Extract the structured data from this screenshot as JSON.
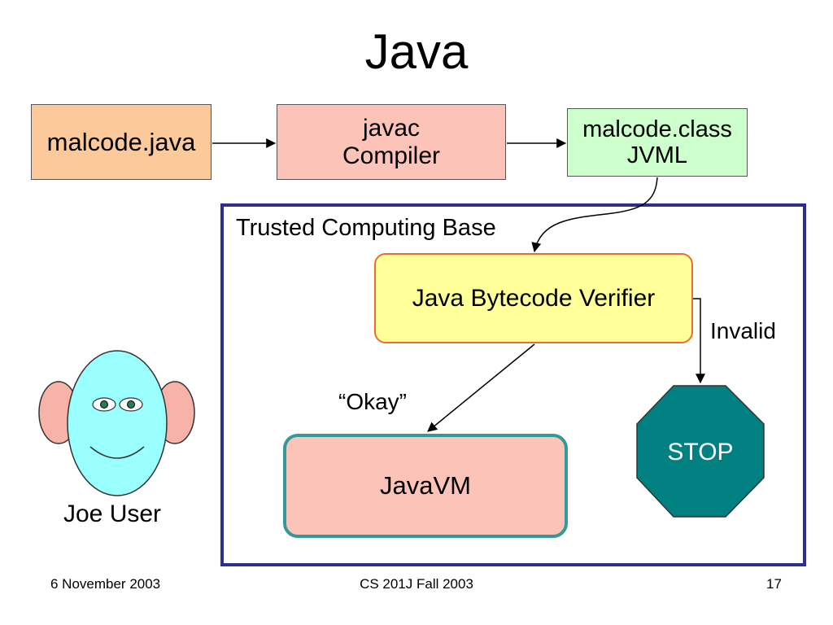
{
  "slide": {
    "title": "Java",
    "source_file": "malcode.java",
    "compiler": {
      "line1": "javac",
      "line2": "Compiler"
    },
    "class_file": {
      "line1": "malcode.class",
      "line2": "JVML"
    },
    "tcb_label": "Trusted Computing Base",
    "verifier": "Java Bytecode Verifier",
    "invalid_label": "Invalid",
    "okay_label": "“Okay”",
    "jvm": "JavaVM",
    "stop": "STOP",
    "user_label": "Joe User"
  },
  "footer": {
    "date": "6 November 2003",
    "course": "CS 201J Fall 2003",
    "page": "17"
  },
  "colors": {
    "source_fill": "#fcc99b",
    "compiler_fill": "#fcc4b9",
    "class_fill": "#ccffcc",
    "verifier_fill": "#ffff99",
    "verifier_border": "#e8702a",
    "jvm_border": "#339999",
    "tcb_border": "#2e2e8f",
    "stop_fill": "#008080",
    "face_fill": "#99ffff",
    "ear_fill": "#f8b3a8"
  }
}
